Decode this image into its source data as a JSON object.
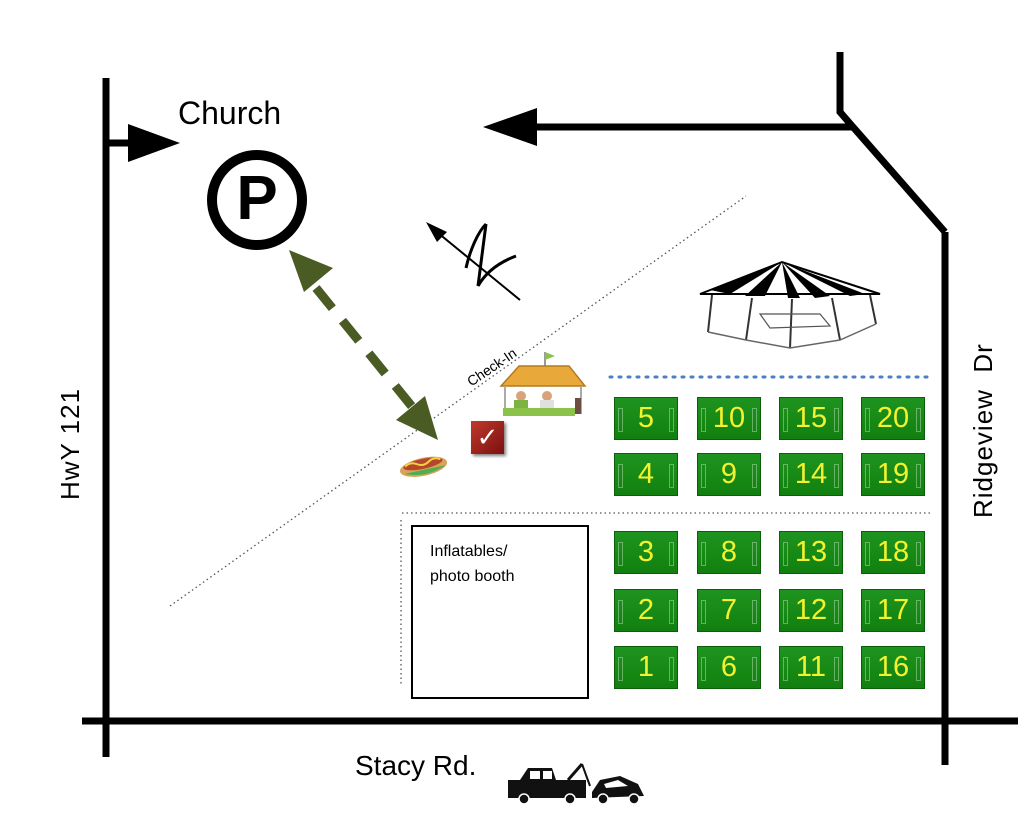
{
  "labels": {
    "church": "Church",
    "parking": "P",
    "road_bottom": "Stacy Rd.",
    "road_left": "HwY 121",
    "road_right": "Ridgeview  Dr",
    "check_in": "Check-In",
    "inflatables": "Inflatables/\nphoto booth",
    "compass": "N"
  },
  "icons": {
    "checkin": "checkmark-icon",
    "food": "hotdog-icon",
    "tent": "canopy-tent-icon",
    "booth": "checkin-booth-icon",
    "vehicles": "tow-truck-icon"
  },
  "vendor_plots": [
    [
      "5",
      "10",
      "15",
      "20"
    ],
    [
      "4",
      "9",
      "14",
      "19"
    ],
    [
      "3",
      "8",
      "13",
      "18"
    ],
    [
      "2",
      "7",
      "12",
      "17"
    ],
    [
      "1",
      "6",
      "11",
      "16"
    ]
  ],
  "colors": {
    "plot_fill": "#168a14",
    "plot_number": "#f4f230",
    "walk_arrow": "#4a5c24",
    "checkbox": "#9b1b1b",
    "dotted_row": "#4a7fc0",
    "booth_roof": "#e8a93a"
  }
}
